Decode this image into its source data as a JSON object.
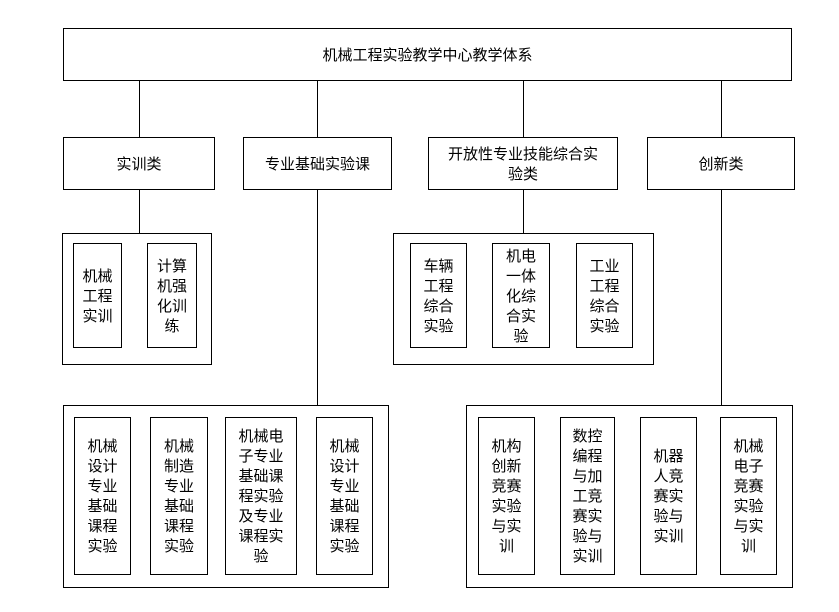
{
  "root": {
    "label": "机械工程实验教学中心教学体系"
  },
  "categories": [
    "实训类",
    "专业基础实验课",
    "开放性专业技能综合实验类",
    "创新类"
  ],
  "groups": {
    "training": [
      "机械工程实训",
      "计算机强化训练"
    ],
    "comprehensive": [
      "车辆工程综合实验",
      "机电一体化综合实验",
      "工业工程综合实验"
    ],
    "basic": [
      "机械设计专业基础课程实验",
      "机械制造专业基础课程实验",
      "机械电子专业基础课程实验及专业课程实验",
      "机械设计专业基础课程实验"
    ],
    "innovation": [
      "机构创新竞赛实验与实训",
      "数控编程与加工竞赛实验与实训",
      "机器人竞赛实验与实训",
      "机械电子竞赛实验与实训"
    ]
  },
  "colors": {
    "line": "#000000",
    "background": "#ffffff"
  }
}
